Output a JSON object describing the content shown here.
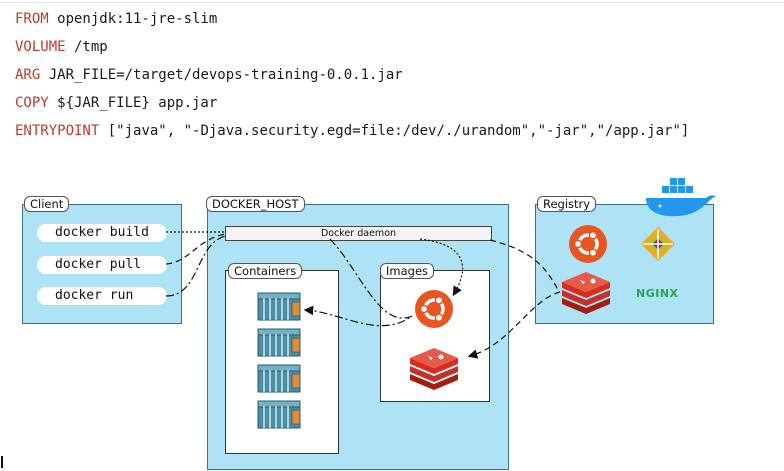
{
  "dockerfile": {
    "lines": [
      {
        "keyword": "FROM",
        "rest": " openjdk:11-jre-slim"
      },
      {
        "keyword": "VOLUME",
        "rest": " /tmp"
      },
      {
        "keyword": "ARG",
        "rest": " JAR_FILE=/target/devops-training-0.0.1.jar"
      },
      {
        "keyword": "COPY",
        "rest": " ${JAR_FILE} app.jar"
      },
      {
        "keyword": "ENTRYPOINT",
        "rest": " [\"java\", \"-Djava.security.egd=file:/dev/./urandom\",\"-jar\",\"/app.jar\"]"
      }
    ]
  },
  "diagram": {
    "client": {
      "title": "Client",
      "commands": [
        "docker build",
        "docker pull",
        "docker run"
      ]
    },
    "docker_host": {
      "title": "DOCKER_HOST",
      "daemon": "Docker daemon",
      "containers_title": "Containers",
      "images_title": "Images"
    },
    "registry": {
      "title": "Registry",
      "nginx_logo": "NGINX"
    },
    "colors": {
      "panel": "#aee3f5",
      "ubuntu": "#e95420",
      "redis": "#d82c20",
      "container": "#4b8fa3",
      "nginx": "#2aa64a",
      "whale": "#2496ed"
    },
    "icons": [
      "ubuntu-icon",
      "centos-icon",
      "redis-icon",
      "nginx-logo",
      "docker-whale-icon",
      "container-icon"
    ]
  }
}
